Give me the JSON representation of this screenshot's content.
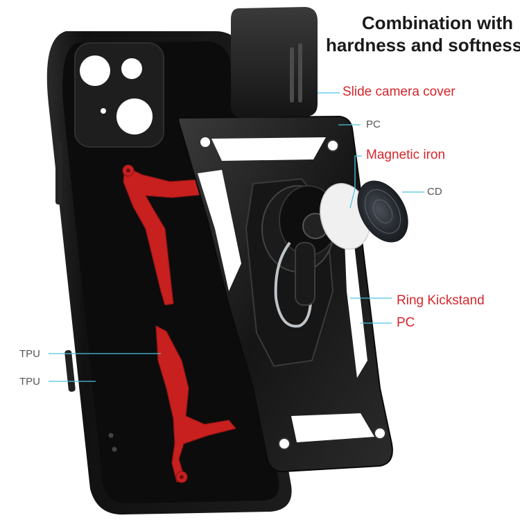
{
  "headline": {
    "line1": "Combination with",
    "line2": "hardness and softness"
  },
  "labels": {
    "slide_camera_cover": "Slide camera cover",
    "pc_top": "PC",
    "magnetic_iron": "Magnetic iron",
    "cd": "CD",
    "ring_kickstand": "Ring Kickstand",
    "pc_bottom": "PC",
    "tpu_top": "TPU",
    "tpu_bottom": "TPU"
  },
  "colors": {
    "accent_red": "#d5262b",
    "leader_line": "#4fc3e0",
    "case_black": "#1a1a1a",
    "tpu_red": "#c8201f"
  }
}
